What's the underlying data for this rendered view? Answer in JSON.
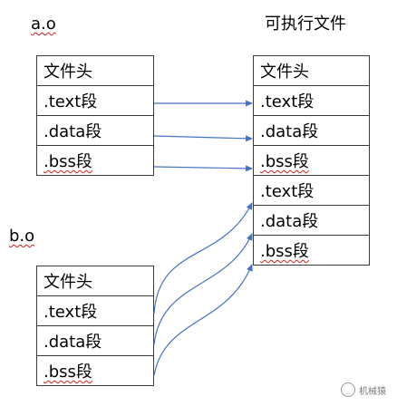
{
  "labels": {
    "ao": "a.o",
    "bo": "b.o",
    "exe": "可执行文件"
  },
  "ao_table": [
    "文件头",
    ".text段",
    ".data段",
    ".bss段"
  ],
  "bo_table": [
    "文件头",
    ".text段",
    ".data段",
    ".bss段"
  ],
  "exe_table": [
    "文件头",
    ".text段",
    ".data段",
    ".bss段",
    ".text段",
    ".data段",
    ".bss段"
  ],
  "watermark": "机械猿",
  "colors": {
    "arrow": "#4472c4",
    "border": "#3a3a3a",
    "squiggle": "#d02020"
  }
}
